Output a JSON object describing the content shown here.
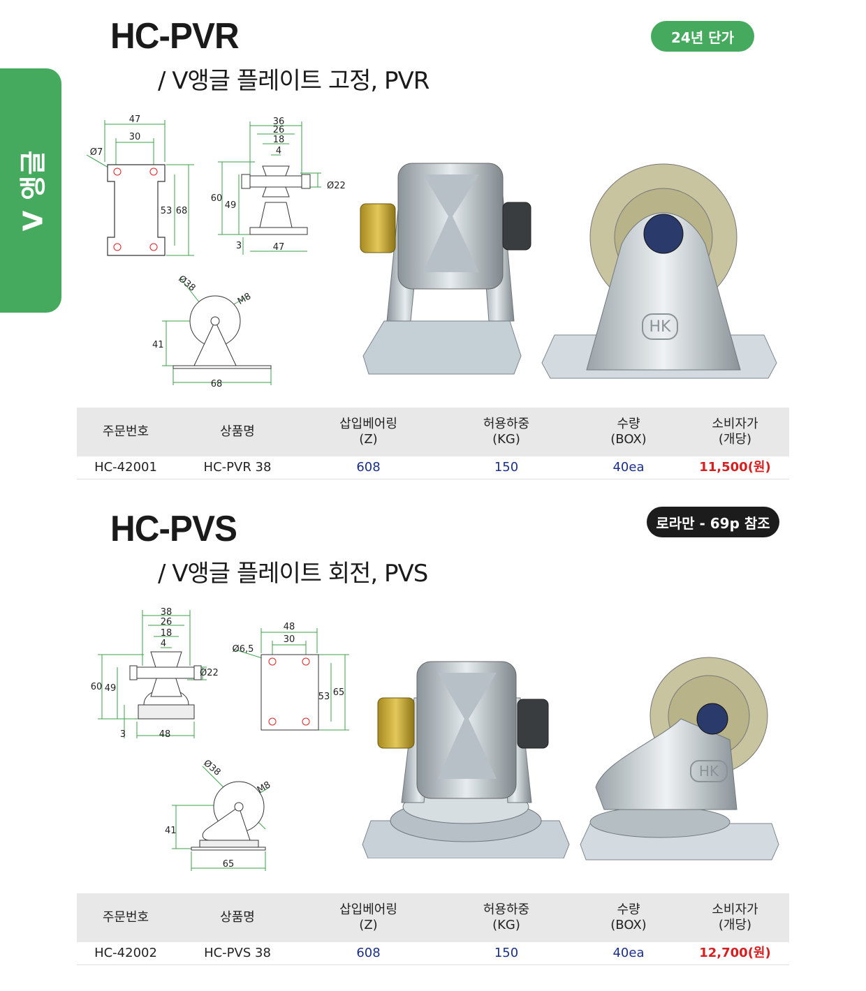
{
  "side_tab": {
    "label": "V 앵글"
  },
  "products": [
    {
      "model": "HC-PVR",
      "subtitle": "/ V앵글 플레이트 고정, PVR",
      "badge": "24년 단가",
      "drawing": {
        "plate": {
          "w_outer": "47",
          "w_inner": "30",
          "hole": "Ø7",
          "h_inner": "53",
          "h_outer": "68"
        },
        "side": {
          "d36": "36",
          "d26": "26",
          "d18": "18",
          "d4": "4",
          "dia": "Ø22",
          "h60": "60",
          "h49": "49",
          "t3": "3",
          "base": "47"
        },
        "front": {
          "wheel": "Ø38",
          "bolt": "M8",
          "height": "41",
          "base": "68"
        }
      },
      "table": {
        "headers": [
          "주문번호",
          "상품명",
          "삽입베어링\n(Z)",
          "허용하중\n(KG)",
          "수량\n(BOX)",
          "소비자가\n(개당)"
        ],
        "row": [
          "HC-42001",
          "HC-PVR 38",
          "608",
          "150",
          "40ea",
          "11,500(원)"
        ]
      }
    },
    {
      "model": "HC-PVS",
      "subtitle": "/ V앵글 플레이트 회전, PVS",
      "badge": "로라만 - 69p 참조",
      "drawing": {
        "side": {
          "d38": "38",
          "d26": "26",
          "d18": "18",
          "d4": "4",
          "dia": "Ø22",
          "h60": "60",
          "h49": "49",
          "t3": "3",
          "base": "48"
        },
        "plate": {
          "w_outer": "48",
          "w_inner": "30",
          "hole": "Ø6,5",
          "h_inner": "53",
          "h_outer": "65"
        },
        "front": {
          "wheel": "Ø38",
          "bolt": "M8",
          "height": "41",
          "base": "65"
        }
      },
      "table": {
        "headers": [
          "주문번호",
          "상품명",
          "삽입베어링\n(Z)",
          "허용하중\n(KG)",
          "수량\n(BOX)",
          "소비자가\n(개당)"
        ],
        "row": [
          "HC-42002",
          "HC-PVS 38",
          "608",
          "150",
          "40ea",
          "12,700(원)"
        ]
      }
    }
  ],
  "photos": {
    "logo_text": "HK"
  },
  "colors": {
    "brand_green": "#45aa5e",
    "dim_green": "#3aa04a",
    "price_red": "#d61f1f",
    "value_blue": "#1a2e8c",
    "header_gray": "#e8e8e8"
  }
}
